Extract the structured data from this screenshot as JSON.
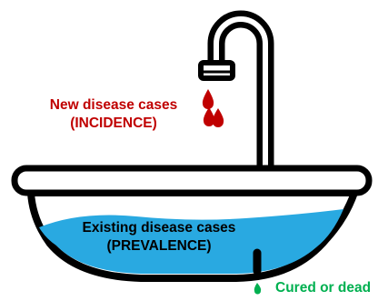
{
  "labels": {
    "incidence_line1": "New disease cases",
    "incidence_line2": "(INCIDENCE)",
    "prevalence_line1": "Existing disease cases",
    "prevalence_line2": "(PREVALENCE)",
    "outflow": "Cured or dead"
  },
  "colors": {
    "incidence": "#c00000",
    "prevalence": "#000000",
    "outflow": "#00b050",
    "water": "#29a9e1",
    "outline": "#000000"
  },
  "icons": {
    "faucet": "faucet-icon",
    "sink": "sink-icon",
    "incoming_drops": "blood-drop-icon",
    "outgoing_drop": "green-drop-icon"
  }
}
